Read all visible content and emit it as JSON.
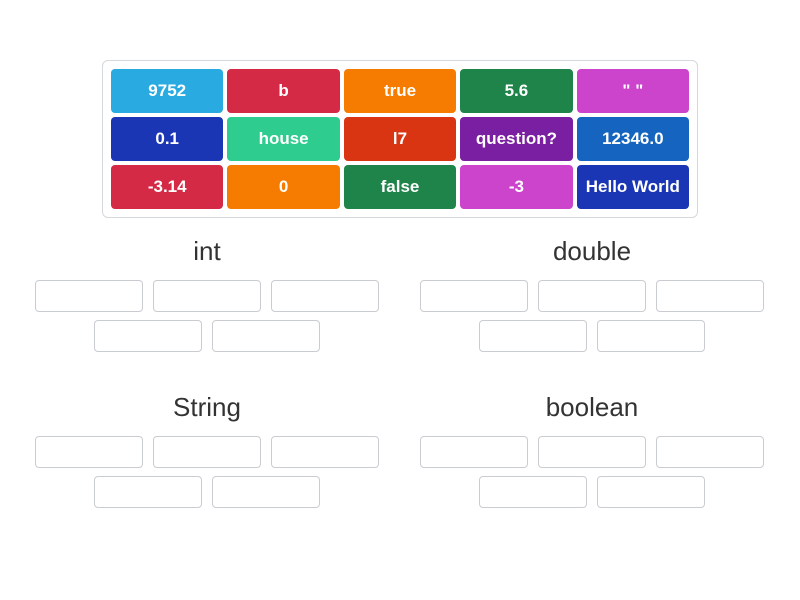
{
  "tray": {
    "name": "word-tile-tray",
    "rows": [
      [
        {
          "label": "9752",
          "color": "#29abe2"
        },
        {
          "label": "b",
          "color": "#d42a46"
        },
        {
          "label": "true",
          "color": "#f57c00"
        },
        {
          "label": "5.6",
          "color": "#1e8449"
        },
        {
          "label": "\" \"",
          "color": "#cc44cc"
        }
      ],
      [
        {
          "label": "0.1",
          "color": "#1b36b5"
        },
        {
          "label": "house",
          "color": "#2ecc8f"
        },
        {
          "label": "l7",
          "color": "#d93512"
        },
        {
          "label": "question?",
          "color": "#7b1fa2"
        },
        {
          "label": "12346.0",
          "color": "#1565c0"
        }
      ],
      [
        {
          "label": "-3.14",
          "color": "#d42a46"
        },
        {
          "label": "0",
          "color": "#f57c00"
        },
        {
          "label": "false",
          "color": "#1e8449"
        },
        {
          "label": "-3",
          "color": "#cc44cc"
        },
        {
          "label": "Hello World",
          "color": "#1b36b5"
        }
      ]
    ]
  },
  "categories": [
    {
      "id": "int",
      "title": "int",
      "slot_rows": [
        3,
        2
      ],
      "slots": [
        "",
        "",
        "",
        "",
        ""
      ]
    },
    {
      "id": "double",
      "title": "double",
      "slot_rows": [
        3,
        2
      ],
      "slots": [
        "",
        "",
        "",
        "",
        ""
      ]
    },
    {
      "id": "string",
      "title": "String",
      "slot_rows": [
        3,
        2
      ],
      "slots": [
        "",
        "",
        "",
        "",
        ""
      ]
    },
    {
      "id": "boolean",
      "title": "boolean",
      "slot_rows": [
        3,
        2
      ],
      "slots": [
        "",
        "",
        "",
        "",
        ""
      ]
    }
  ]
}
